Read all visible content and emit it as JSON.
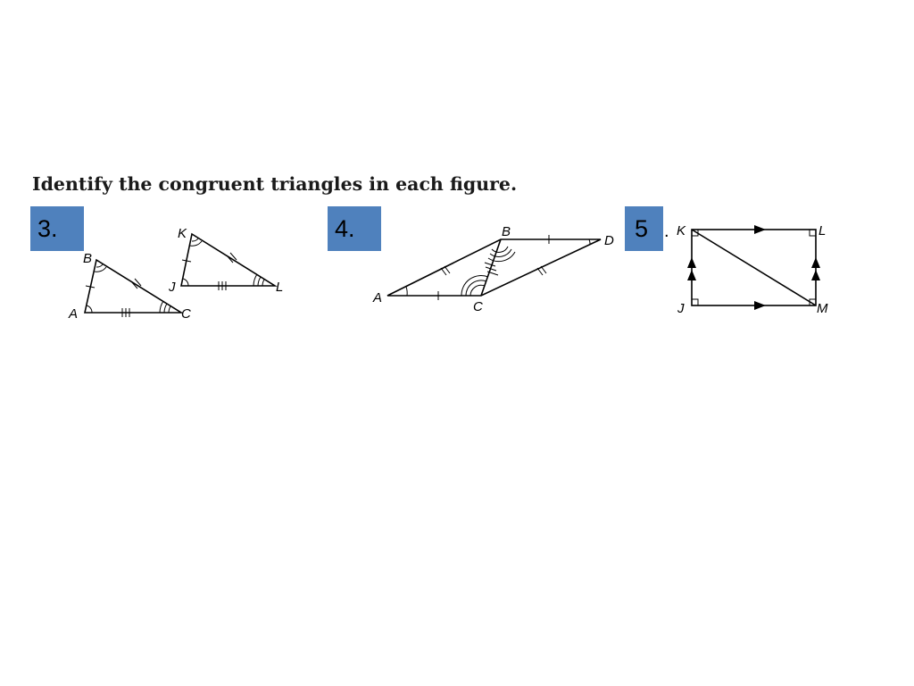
{
  "instruction": "Identify the congruent triangles in each figure.",
  "problems": [
    {
      "number": "3.",
      "labels": [
        "A",
        "B",
        "C",
        "J",
        "K",
        "L"
      ]
    },
    {
      "number": "4.",
      "labels": [
        "A",
        "B",
        "C",
        "D"
      ]
    },
    {
      "number": "5",
      "labels": [
        "K",
        "L",
        "J",
        "M"
      ]
    }
  ],
  "after_badge_5": ".",
  "colors": {
    "badge": "#4f81bd",
    "text": "#1a1a1a",
    "figure_lines": "#000000"
  }
}
